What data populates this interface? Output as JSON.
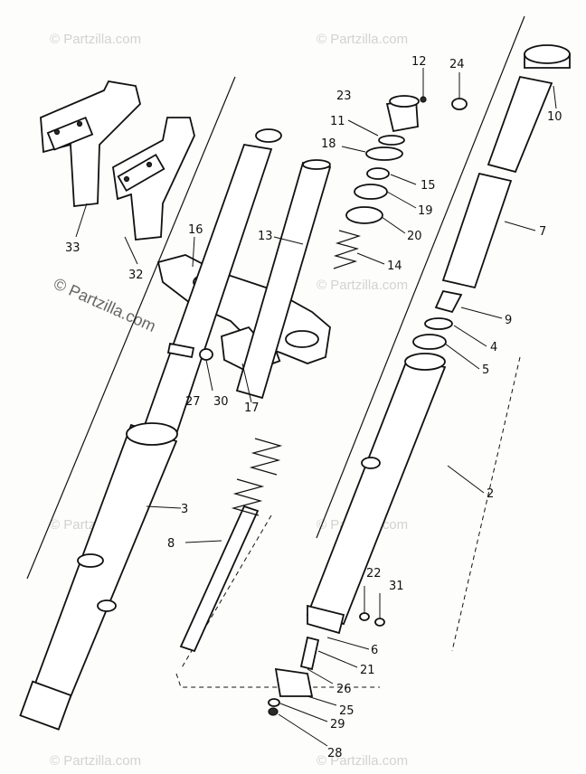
{
  "watermark": {
    "text": "© Partzilla.com"
  },
  "callouts": {
    "c2": "2",
    "c3": "3",
    "c4": "4",
    "c5": "5",
    "c6": "6",
    "c7": "7",
    "c8": "8",
    "c9": "9",
    "c10": "10",
    "c11": "11",
    "c12": "12",
    "c13": "13",
    "c14": "14",
    "c15": "15",
    "c16": "16",
    "c17": "17",
    "c18": "18",
    "c19": "19",
    "c20": "20",
    "c21": "21",
    "c22": "22",
    "c23": "23",
    "c24": "24",
    "c25": "25",
    "c26": "26",
    "c27": "27",
    "c28": "28",
    "c29": "29",
    "c30": "30",
    "c31": "31",
    "c32": "32",
    "c33": "33"
  }
}
